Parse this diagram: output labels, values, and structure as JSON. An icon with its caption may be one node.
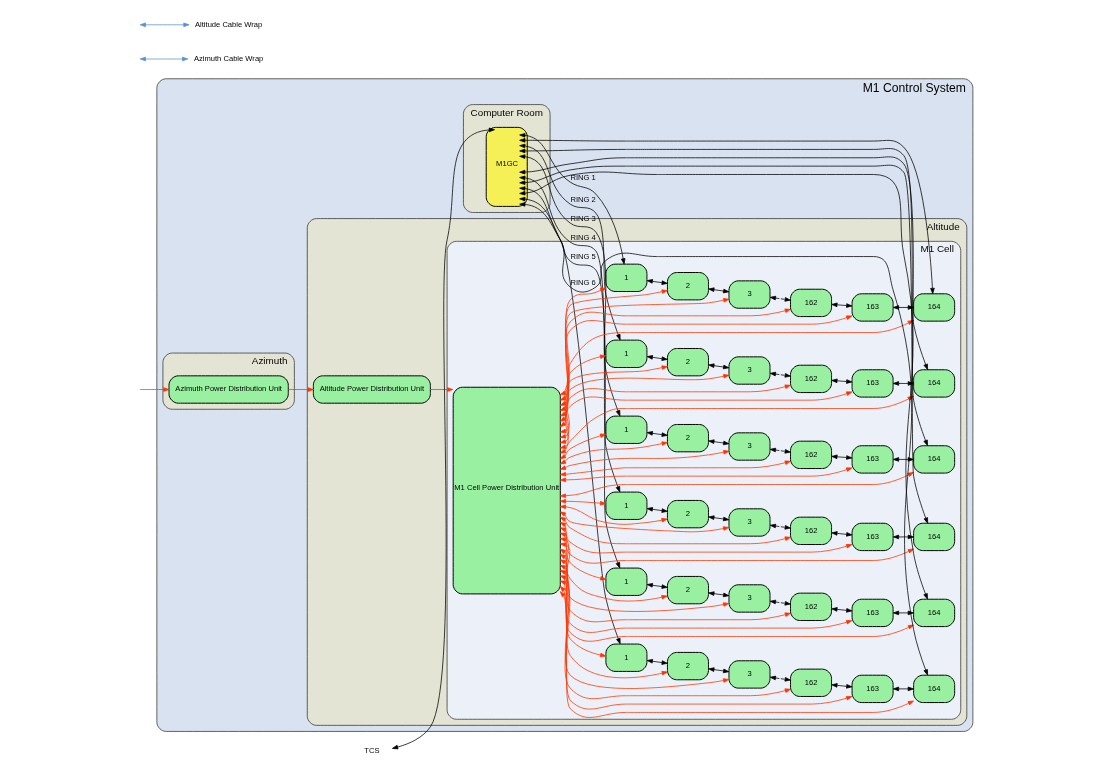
{
  "diagram": {
    "nodes": [
      {
        "text": [
          "M1 Control System"
        ]
      },
      {
        "text": [
          "Computer Room"
        ],
        "in": 0
      },
      {
        "text": [
          "M1GC"
        ],
        "in": 1
      },
      {
        "text": [
          "Azimuth"
        ],
        "in": 0
      },
      {
        "text": [
          "Azimuth Power Distribution Unit"
        ],
        "in": 3
      },
      {
        "text": [
          "Altitude"
        ],
        "in": 0
      },
      {
        "text": [
          "Altitude Power Distribution Unit"
        ],
        "in": 5
      },
      {
        "text": [
          "M1 Cell"
        ],
        "in": 5
      },
      {
        "text": [
          "M1 Cell Power Distribution Unit"
        ],
        "in": 7
      },
      {
        "text": [
          "1"
        ],
        "in": 7
      },
      {
        "text": [
          "2"
        ],
        "in": 7
      },
      {
        "text": [
          "3"
        ],
        "in": 7
      },
      {
        "text": [
          "162"
        ],
        "in": 7
      },
      {
        "text": [
          "163"
        ],
        "in": 7
      },
      {
        "text": [
          "164"
        ],
        "in": 7
      },
      {
        "text": [
          "1"
        ],
        "in": 7
      },
      {
        "text": [
          "2"
        ],
        "in": 7
      },
      {
        "text": [
          "3"
        ],
        "in": 7
      },
      {
        "text": [
          "162"
        ],
        "in": 7
      },
      {
        "text": [
          "163"
        ],
        "in": 7
      },
      {
        "text": [
          "164"
        ],
        "in": 7
      },
      {
        "text": [
          "1"
        ],
        "in": 7
      },
      {
        "text": [
          "2"
        ],
        "in": 7
      },
      {
        "text": [
          "3"
        ],
        "in": 7
      },
      {
        "text": [
          "162"
        ],
        "in": 7
      },
      {
        "text": [
          "163"
        ],
        "in": 7
      },
      {
        "text": [
          "164"
        ],
        "in": 7
      },
      {
        "text": [
          "1"
        ],
        "in": 7
      },
      {
        "text": [
          "2"
        ],
        "in": 7
      },
      {
        "text": [
          "3"
        ],
        "in": 7
      },
      {
        "text": [
          "162"
        ],
        "in": 7
      },
      {
        "text": [
          "163"
        ],
        "in": 7
      },
      {
        "text": [
          "164"
        ],
        "in": 7
      },
      {
        "text": [
          "1"
        ],
        "in": 7
      },
      {
        "text": [
          "2"
        ],
        "in": 7
      },
      {
        "text": [
          "3"
        ],
        "in": 7
      },
      {
        "text": [
          "162"
        ],
        "in": 7
      },
      {
        "text": [
          "163"
        ],
        "in": 7
      },
      {
        "text": [
          "164"
        ],
        "in": 7
      },
      {
        "text": [
          "1"
        ],
        "in": 7
      },
      {
        "text": [
          "2"
        ],
        "in": 7
      },
      {
        "text": [
          "3"
        ],
        "in": 7
      },
      {
        "text": [
          "162"
        ],
        "in": 7
      },
      {
        "text": [
          "163"
        ],
        "in": 7
      },
      {
        "text": [
          "164"
        ],
        "in": 7
      },
      {
        "text": [
          "TCS"
        ]
      },
      {
        "text": [
          "Azimuth Cable Wrap"
        ]
      },
      {
        "text": [
          "Altitude Cable Wrap"
        ]
      }
    ],
    "edges": [
      {
        "from": null,
        "to": 4,
        "arrow": "to",
        "color": "#ff3300"
      },
      {
        "from": 4,
        "to": 6,
        "arrow": "to",
        "color": "#ff3300"
      },
      {
        "from": 6,
        "to": 8,
        "arrow": "to",
        "color": "#ff3300"
      },
      {
        "from": 45,
        "to": 2,
        "arrow": "both"
      },
      {
        "from": null,
        "to": 46,
        "arrow": "both",
        "color": "#5b8fd0"
      },
      {
        "from": null,
        "to": 47,
        "arrow": "both",
        "color": "#5b8fd0"
      },
      {
        "from": 2,
        "to": 9,
        "arrow": "both",
        "label": "RING 1"
      },
      {
        "from": 9,
        "to": 10,
        "arrow": "both"
      },
      {
        "from": 10,
        "to": 11,
        "arrow": "both"
      },
      {
        "from": 11,
        "to": 12,
        "arrow": "both",
        "style": "dashed"
      },
      {
        "from": 12,
        "to": 13,
        "arrow": "both"
      },
      {
        "from": 13,
        "to": 14,
        "arrow": "both"
      },
      {
        "from": 14,
        "to": 2,
        "arrow": "both"
      },
      {
        "from": 2,
        "to": 15,
        "arrow": "both",
        "label": "RING 2"
      },
      {
        "from": 15,
        "to": 16,
        "arrow": "both"
      },
      {
        "from": 16,
        "to": 17,
        "arrow": "both"
      },
      {
        "from": 17,
        "to": 18,
        "arrow": "both",
        "style": "dashed"
      },
      {
        "from": 18,
        "to": 19,
        "arrow": "both"
      },
      {
        "from": 19,
        "to": 20,
        "arrow": "both"
      },
      {
        "from": 20,
        "to": 2,
        "arrow": "both"
      },
      {
        "from": 2,
        "to": 21,
        "arrow": "both",
        "label": "RING 3"
      },
      {
        "from": 21,
        "to": 22,
        "arrow": "both"
      },
      {
        "from": 22,
        "to": 23,
        "arrow": "both"
      },
      {
        "from": 23,
        "to": 24,
        "arrow": "both",
        "style": "dashed"
      },
      {
        "from": 24,
        "to": 25,
        "arrow": "both"
      },
      {
        "from": 25,
        "to": 26,
        "arrow": "both"
      },
      {
        "from": 26,
        "to": 2,
        "arrow": "both"
      },
      {
        "from": 2,
        "to": 27,
        "arrow": "both",
        "label": "RING 4"
      },
      {
        "from": 27,
        "to": 28,
        "arrow": "both"
      },
      {
        "from": 28,
        "to": 29,
        "arrow": "both"
      },
      {
        "from": 29,
        "to": 30,
        "arrow": "both",
        "style": "dashed"
      },
      {
        "from": 30,
        "to": 31,
        "arrow": "both"
      },
      {
        "from": 31,
        "to": 32,
        "arrow": "both"
      },
      {
        "from": 32,
        "to": 2,
        "arrow": "both"
      },
      {
        "from": 2,
        "to": 33,
        "arrow": "both",
        "label": "RING 5"
      },
      {
        "from": 33,
        "to": 34,
        "arrow": "both"
      },
      {
        "from": 34,
        "to": 35,
        "arrow": "both"
      },
      {
        "from": 35,
        "to": 36,
        "arrow": "both",
        "style": "dashed"
      },
      {
        "from": 36,
        "to": 37,
        "arrow": "both"
      },
      {
        "from": 37,
        "to": 38,
        "arrow": "both"
      },
      {
        "from": 38,
        "to": 2,
        "arrow": "both"
      },
      {
        "from": 2,
        "to": 39,
        "arrow": "both",
        "label": "RING 6"
      },
      {
        "from": 39,
        "to": 40,
        "arrow": "both"
      },
      {
        "from": 40,
        "to": 41,
        "arrow": "both"
      },
      {
        "from": 41,
        "to": 42,
        "arrow": "both",
        "style": "dashed"
      },
      {
        "from": 42,
        "to": 43,
        "arrow": "both"
      },
      {
        "from": 43,
        "to": 44,
        "arrow": "both"
      },
      {
        "from": 44,
        "to": 2,
        "arrow": "both"
      },
      {
        "from": 8,
        "to": 9,
        "arrow": "both",
        "color": "#ff3300"
      },
      {
        "from": 8,
        "to": 10,
        "arrow": "both",
        "color": "#ff3300"
      },
      {
        "from": 8,
        "to": 11,
        "arrow": "both",
        "color": "#ff3300"
      },
      {
        "from": 8,
        "to": 12,
        "arrow": "both",
        "color": "#ff3300"
      },
      {
        "from": 8,
        "to": 13,
        "arrow": "both",
        "color": "#ff3300"
      },
      {
        "from": 8,
        "to": 14,
        "arrow": "both",
        "color": "#ff3300"
      },
      {
        "from": 8,
        "to": 15,
        "arrow": "both",
        "color": "#ff3300"
      },
      {
        "from": 8,
        "to": 16,
        "arrow": "both",
        "color": "#ff3300"
      },
      {
        "from": 8,
        "to": 17,
        "arrow": "both",
        "color": "#ff3300"
      },
      {
        "from": 8,
        "to": 18,
        "arrow": "both",
        "color": "#ff3300"
      },
      {
        "from": 8,
        "to": 19,
        "arrow": "both",
        "color": "#ff3300"
      },
      {
        "from": 8,
        "to": 20,
        "arrow": "both",
        "color": "#ff3300"
      },
      {
        "from": 8,
        "to": 21,
        "arrow": "both",
        "color": "#ff3300"
      },
      {
        "from": 8,
        "to": 22,
        "arrow": "both",
        "color": "#ff3300"
      },
      {
        "from": 8,
        "to": 23,
        "arrow": "both",
        "color": "#ff3300"
      },
      {
        "from": 8,
        "to": 24,
        "arrow": "both",
        "color": "#ff3300"
      },
      {
        "from": 8,
        "to": 25,
        "arrow": "both",
        "color": "#ff3300"
      },
      {
        "from": 8,
        "to": 26,
        "arrow": "both",
        "color": "#ff3300"
      },
      {
        "from": 8,
        "to": 27,
        "arrow": "both",
        "color": "#ff3300"
      },
      {
        "from": 8,
        "to": 28,
        "arrow": "both",
        "color": "#ff3300"
      },
      {
        "from": 8,
        "to": 29,
        "arrow": "both",
        "color": "#ff3300"
      },
      {
        "from": 8,
        "to": 30,
        "arrow": "both",
        "color": "#ff3300"
      },
      {
        "from": 8,
        "to": 31,
        "arrow": "both",
        "color": "#ff3300"
      },
      {
        "from": 8,
        "to": 32,
        "arrow": "both",
        "color": "#ff3300"
      },
      {
        "from": 8,
        "to": 33,
        "arrow": "both",
        "color": "#ff3300"
      },
      {
        "from": 8,
        "to": 34,
        "arrow": "both",
        "color": "#ff3300"
      },
      {
        "from": 8,
        "to": 35,
        "arrow": "both",
        "color": "#ff3300"
      },
      {
        "from": 8,
        "to": 36,
        "arrow": "both",
        "color": "#ff3300"
      },
      {
        "from": 8,
        "to": 37,
        "arrow": "both",
        "color": "#ff3300"
      },
      {
        "from": 8,
        "to": 38,
        "arrow": "both",
        "color": "#ff3300"
      },
      {
        "from": 8,
        "to": 39,
        "arrow": "both",
        "color": "#ff3300"
      },
      {
        "from": 8,
        "to": 40,
        "arrow": "both",
        "color": "#ff3300"
      },
      {
        "from": 8,
        "to": 41,
        "arrow": "both",
        "color": "#ff3300"
      },
      {
        "from": 8,
        "to": 42,
        "arrow": "both",
        "color": "#ff3300"
      },
      {
        "from": 8,
        "to": 43,
        "arrow": "both",
        "color": "#ff3300"
      },
      {
        "from": 8,
        "to": 44,
        "arrow": "both",
        "color": "#ff3300"
      }
    ]
  }
}
